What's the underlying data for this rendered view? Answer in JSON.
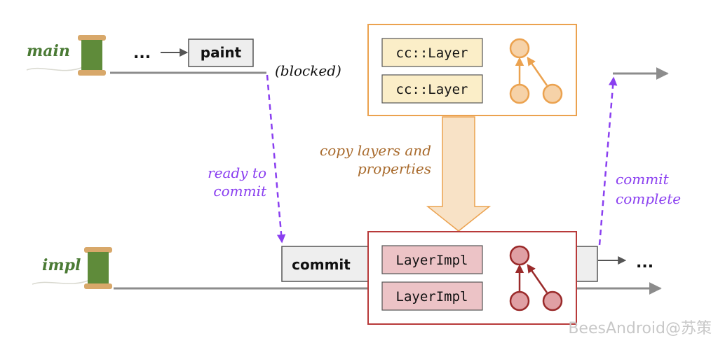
{
  "threads": {
    "main": {
      "label": "main"
    },
    "impl": {
      "label": "impl"
    }
  },
  "main_thread": {
    "ellipsis": "...",
    "paint_label": "paint",
    "blocked_label": "(blocked)"
  },
  "impl_thread": {
    "commit_label": "commit",
    "ellipsis": "..."
  },
  "main_layer_box": {
    "layers": [
      "cc::Layer",
      "cc::Layer"
    ]
  },
  "impl_layer_box": {
    "layers": [
      "LayerImpl",
      "LayerImpl"
    ]
  },
  "annotations": {
    "copy_line1": "copy layers and",
    "copy_line2": "properties",
    "ready_line1": "ready to",
    "ready_line2": "commit",
    "complete_line1": "commit",
    "complete_line2": "complete"
  },
  "colors": {
    "thread_green": "#4a7a34",
    "purple": "#8a3ff0",
    "orange": "#eba24f",
    "orange_fill": "#f6d2a8",
    "brown_text": "#a86a2c",
    "red": "#b83a3a",
    "red_fill": "#e8b4b8",
    "gray_line": "#8c8c8c",
    "box_fill": "#eeeeee"
  },
  "watermark": "BeesAndroid@苏策"
}
